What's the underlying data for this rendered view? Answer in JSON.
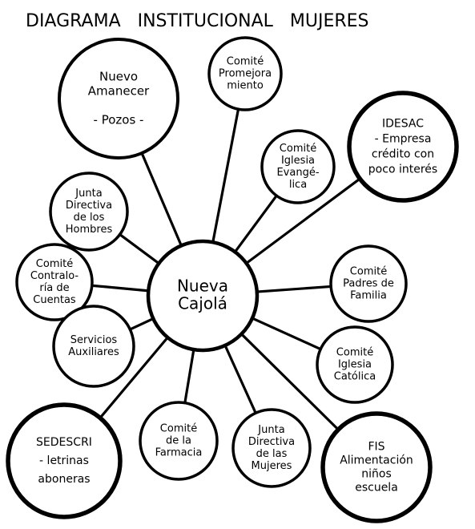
{
  "title": "DIAGRAMA   INSTITUCIONAL   MUJERES",
  "center": {
    "id": "nueva-cajola",
    "lines": [
      "Nueva",
      "Cajolá"
    ]
  },
  "nodes": [
    {
      "id": "nuevo-amanecer",
      "lines": [
        "Nuevo",
        "Amanecer",
        "",
        "- Pozos -"
      ]
    },
    {
      "id": "comite-promejoramiento",
      "lines": [
        "Comité",
        "Promejora",
        "miento"
      ]
    },
    {
      "id": "comite-iglesia-evangelica",
      "lines": [
        "Comité",
        "Iglesia",
        "Evangé-",
        "lica"
      ]
    },
    {
      "id": "idesac",
      "lines": [
        "IDESAC",
        "- Empresa",
        "crédito con",
        "poco interés"
      ]
    },
    {
      "id": "junta-directiva-hombres",
      "lines": [
        "Junta",
        "Directiva",
        "de los",
        "Hombres"
      ]
    },
    {
      "id": "comite-contraloria-cuentas",
      "lines": [
        "Comité",
        "Contralo-",
        "ría de",
        "Cuentas"
      ]
    },
    {
      "id": "comite-padres-familia",
      "lines": [
        "Comité",
        "Padres de",
        "Familia"
      ]
    },
    {
      "id": "servicios-auxiliares",
      "lines": [
        "Servicios",
        "Auxiliares"
      ]
    },
    {
      "id": "comite-iglesia-catolica",
      "lines": [
        "Comité",
        "Iglesia",
        "Católica"
      ]
    },
    {
      "id": "sedescri",
      "lines": [
        "SEDESCRI",
        "- letrinas",
        "aboneras"
      ]
    },
    {
      "id": "comite-farmacia",
      "lines": [
        "Comité",
        "de la",
        "Farmacia"
      ]
    },
    {
      "id": "junta-directiva-mujeres",
      "lines": [
        "Junta",
        "Directiva",
        "de las",
        "Mujeres"
      ]
    },
    {
      "id": "fis",
      "lines": [
        "FIS",
        "Alimentación",
        "niños",
        "escuela"
      ]
    }
  ]
}
